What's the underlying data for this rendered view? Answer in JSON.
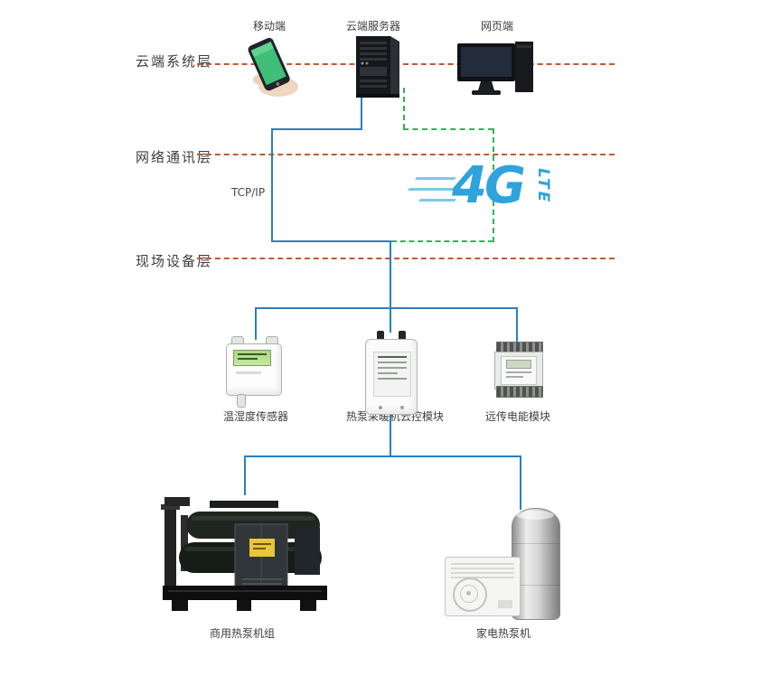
{
  "colors": {
    "layer_line": "#c25a2f",
    "connector_blue": "#2b7fc2",
    "connector_green": "#2fb457",
    "logo_blue": "#2ea3dd",
    "phone_screen": "#3fbf77",
    "warning_label_yellow": "#e9c63b"
  },
  "layers": {
    "cloud": {
      "label": "云端系统层"
    },
    "network": {
      "label": "网络通讯层"
    },
    "field": {
      "label": "现场设备层"
    }
  },
  "cloud_layer": {
    "mobile_label": "移动端",
    "server_label": "云端服务器",
    "web_label": "网页端"
  },
  "network_layer": {
    "protocol_label": "TCP/IP",
    "logo_4g": "4G",
    "logo_lte": "LTE"
  },
  "field_layer": {
    "sensor_label": "温湿度传感器",
    "controller_label": "热泵采暖机云控模块",
    "meter_label": "远传电能模块"
  },
  "equipment_layer": {
    "commercial_label": "商用热泵机组",
    "home_label": "家电热泵机"
  },
  "icons": {
    "mobile": "smartphone-icon",
    "server": "server-tower-icon",
    "web": "desktop-monitor-icon",
    "network": "4g-lte-logo",
    "sensor": "temp-humidity-sensor-icon",
    "controller": "cloud-control-module-icon",
    "meter": "energy-meter-icon",
    "commercial": "commercial-heat-pump-icon",
    "home": "home-heat-pump-icon"
  }
}
